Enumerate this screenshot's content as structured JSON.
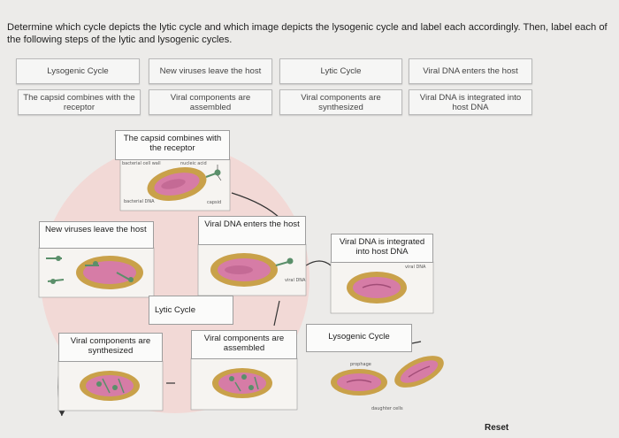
{
  "instructions": "Determine which cycle depicts the lytic cycle and which image depicts the lysogenic cycle and label each accordingly. Then, label each of the following steps of the lytic and lysogenic cycles.",
  "bank": [
    {
      "label": "Lysogenic Cycle"
    },
    {
      "label": "New viruses leave the host"
    },
    {
      "label": "Lytic Cycle"
    },
    {
      "label": "Viral DNA enters the host"
    },
    {
      "label": "The capsid combines with the receptor"
    },
    {
      "label": "Viral components are assembled"
    },
    {
      "label": "Viral components are synthesized"
    },
    {
      "label": "Viral DNA is integrated into host DNA"
    }
  ],
  "diagram": {
    "slot_capsid": "The capsid combines with the receptor",
    "slot_leave": "New viruses leave the host",
    "slot_enters": "Viral DNA enters the host",
    "slot_integrated": "Viral DNA is integrated into host DNA",
    "slot_lytic": "Lytic Cycle",
    "slot_lysogenic": "Lysogenic Cycle",
    "slot_synthesized": "Viral components are synthesized",
    "slot_assembled": "Viral components are assembled",
    "labels": {
      "bacterial_cell_wall": "bacterial cell wall",
      "nucleic_acid": "nucleic acid",
      "bacterial_dna": "bacterial DNA",
      "capsid": "capsid",
      "viral_dna_1": "viral DNA",
      "viral_dna_2": "viral DNA",
      "prophage": "prophage",
      "daughter_cells": "daughter cells"
    }
  },
  "reset_label": "Reset",
  "colors": {
    "cycle_fill": "#f1d7d4",
    "cell_outer": "#c9a14a",
    "cell_inner": "#d67ca6",
    "virus_green": "#5a8f6a"
  }
}
